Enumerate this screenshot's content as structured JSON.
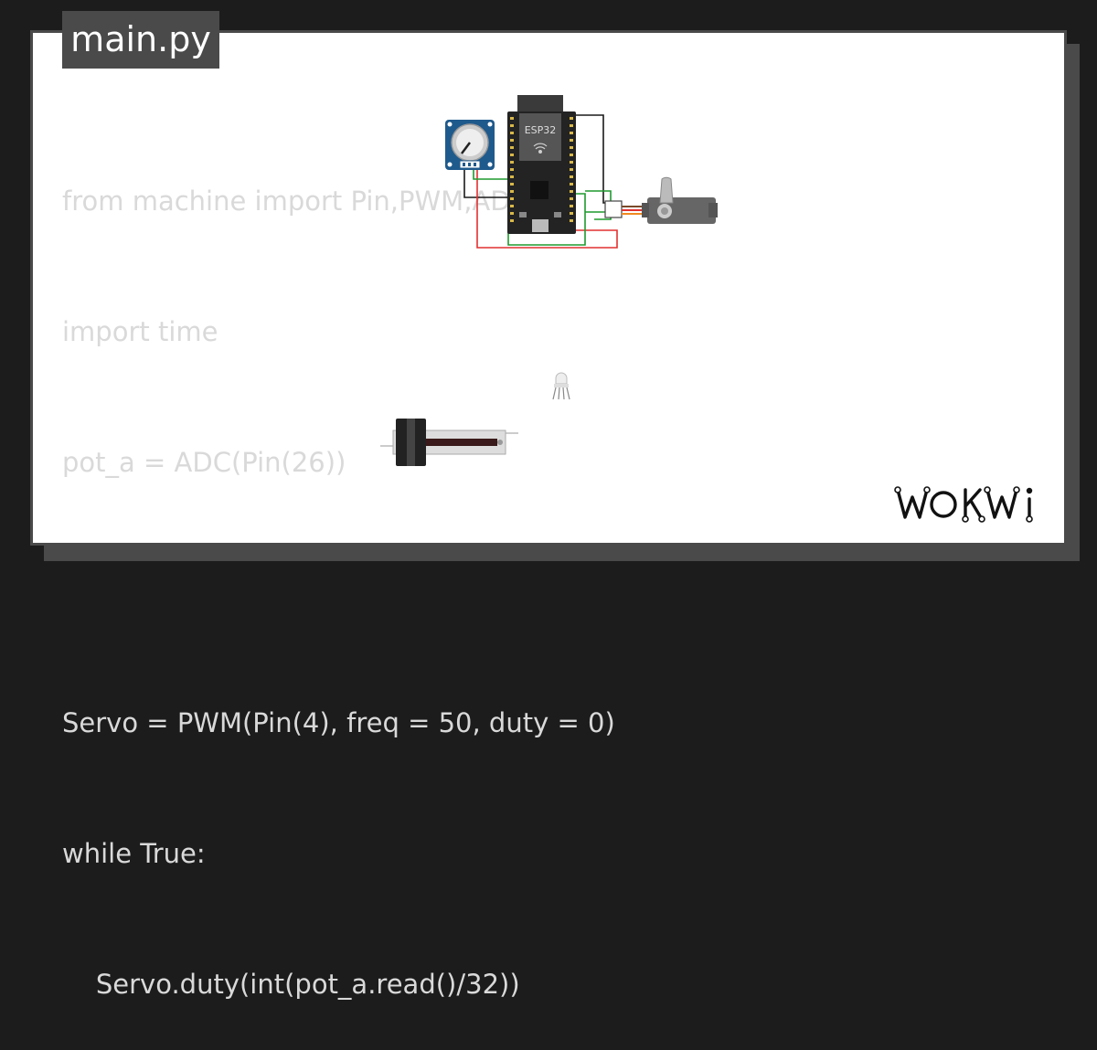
{
  "file_tab": {
    "label": "main.py"
  },
  "code_lines": [
    "from machine import Pin,PWM,ADC",
    "import time",
    "pot_a = ADC(Pin(26))",
    "",
    "Servo = PWM(Pin(4), freq = 50, duty = 0)",
    "while True:",
    "    Servo.duty(int(pot_a.read()/32))"
  ],
  "components": {
    "esp32_label": "ESP32",
    "potentiometer": "potentiometer",
    "servo": "servo",
    "led": "rgb-led",
    "slide_pot": "slide-potentiometer"
  },
  "brand": {
    "name": "WOKWI"
  },
  "colors": {
    "frame": "#4a4a4a",
    "background": "#1c1c1c",
    "code_text": "#d9d9d9",
    "wire_red": "#e23030",
    "wire_green": "#1f9a2f",
    "wire_black": "#1a1a1a",
    "pot_blue": "#1f5a8c"
  }
}
